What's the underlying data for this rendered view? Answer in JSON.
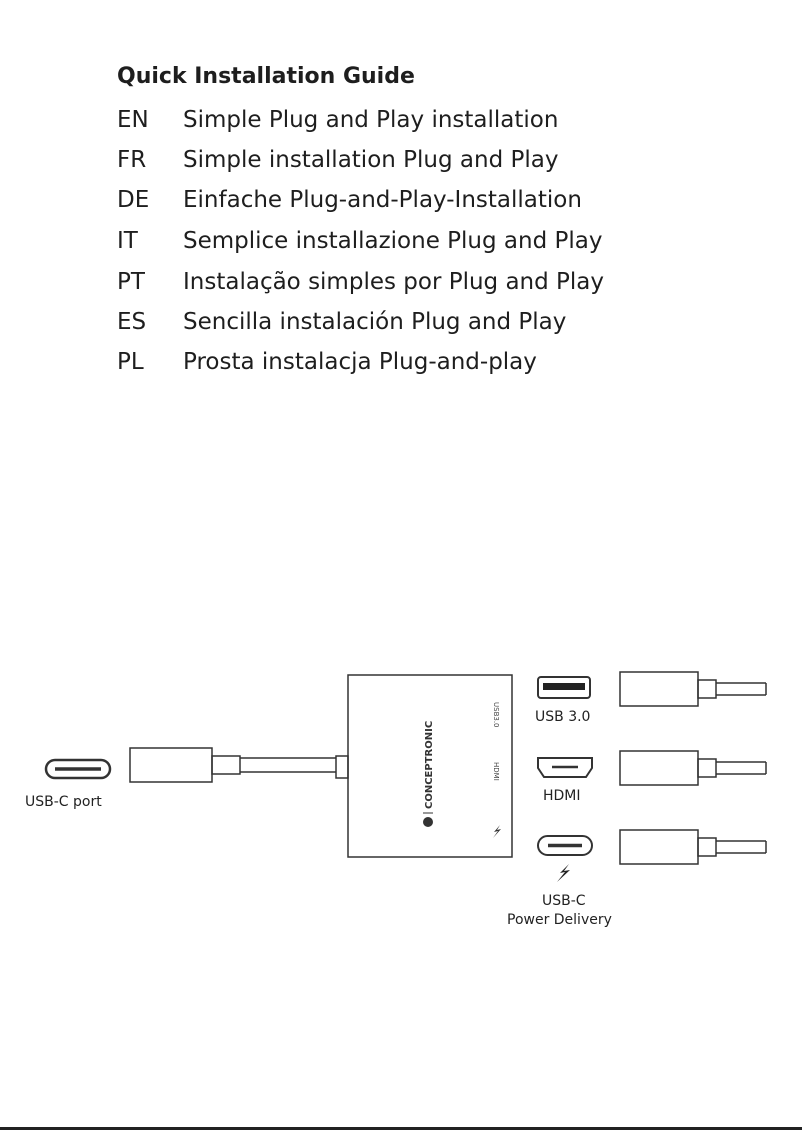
{
  "guide": {
    "title": "Quick Installation Guide",
    "lines": [
      {
        "code": "EN",
        "text": "Simple Plug and Play installation"
      },
      {
        "code": "FR",
        "text": "Simple installation Plug and Play"
      },
      {
        "code": "DE",
        "text": "Einfache Plug-and-Play-Installation"
      },
      {
        "code": "IT",
        "text": "Semplice installazione Plug and Play"
      },
      {
        "code": "PT",
        "text": "Instalação simples por Plug and Play"
      },
      {
        "code": "ES",
        "text": "Sencilla instalación Plug and Play"
      },
      {
        "code": "PL",
        "text": "Prosta instalacja Plug-and-play"
      }
    ]
  },
  "diagram": {
    "usb_c_port_label": "USB-C port",
    "brand": "CONCEPTRONIC",
    "hub_usb_label": "USB3.0",
    "hub_hdmi_label": "HDMI",
    "ports": {
      "usb3_label": "USB 3.0",
      "hdmi_label": "HDMI",
      "usbc_label_1": "USB-C",
      "usbc_label_2": "Power Delivery"
    },
    "icons": [
      "usb-c-port-icon",
      "usb-a-port-icon",
      "hdmi-port-icon",
      "lightning-bolt-icon",
      "plug-icon"
    ]
  }
}
